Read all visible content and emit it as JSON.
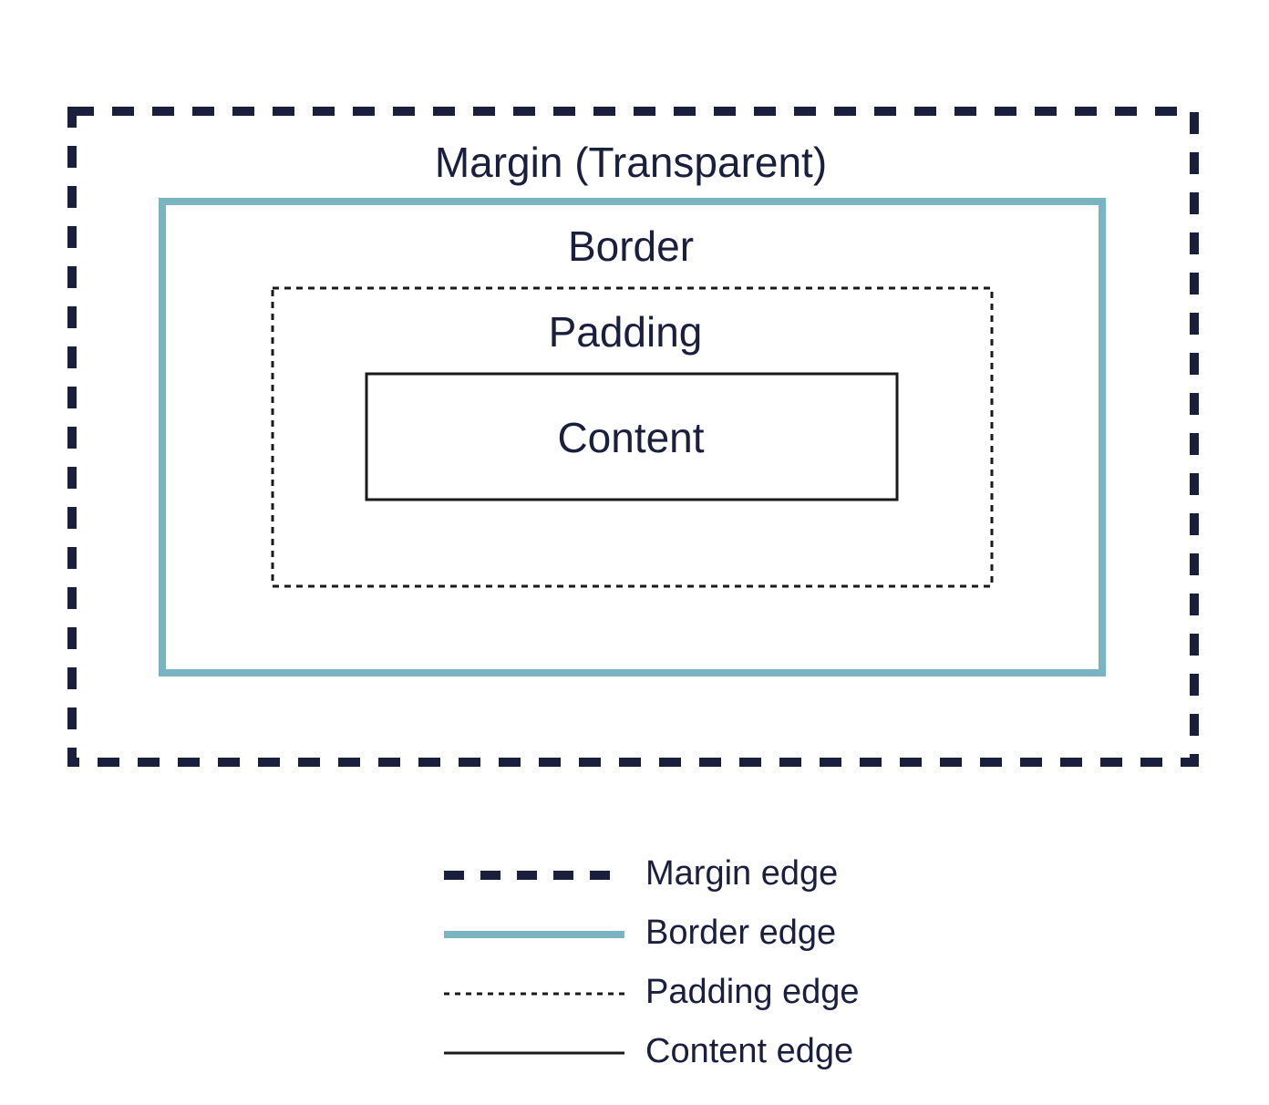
{
  "diagram": {
    "labels": {
      "margin": "Margin (Transparent)",
      "border": "Border",
      "padding": "Padding",
      "content": "Content"
    },
    "legend": [
      {
        "key": "margin",
        "label": "Margin edge"
      },
      {
        "key": "border",
        "label": "Border edge"
      },
      {
        "key": "padding",
        "label": "Padding edge"
      },
      {
        "key": "content",
        "label": "Content edge"
      }
    ]
  },
  "colors": {
    "margin_edge": "#1a1f3d",
    "border_edge": "#7ab3c2",
    "padding_edge": "#1a1a1a",
    "content_edge": "#1a1a1a",
    "text": "#1a1f3d",
    "background": "#ffffff"
  }
}
